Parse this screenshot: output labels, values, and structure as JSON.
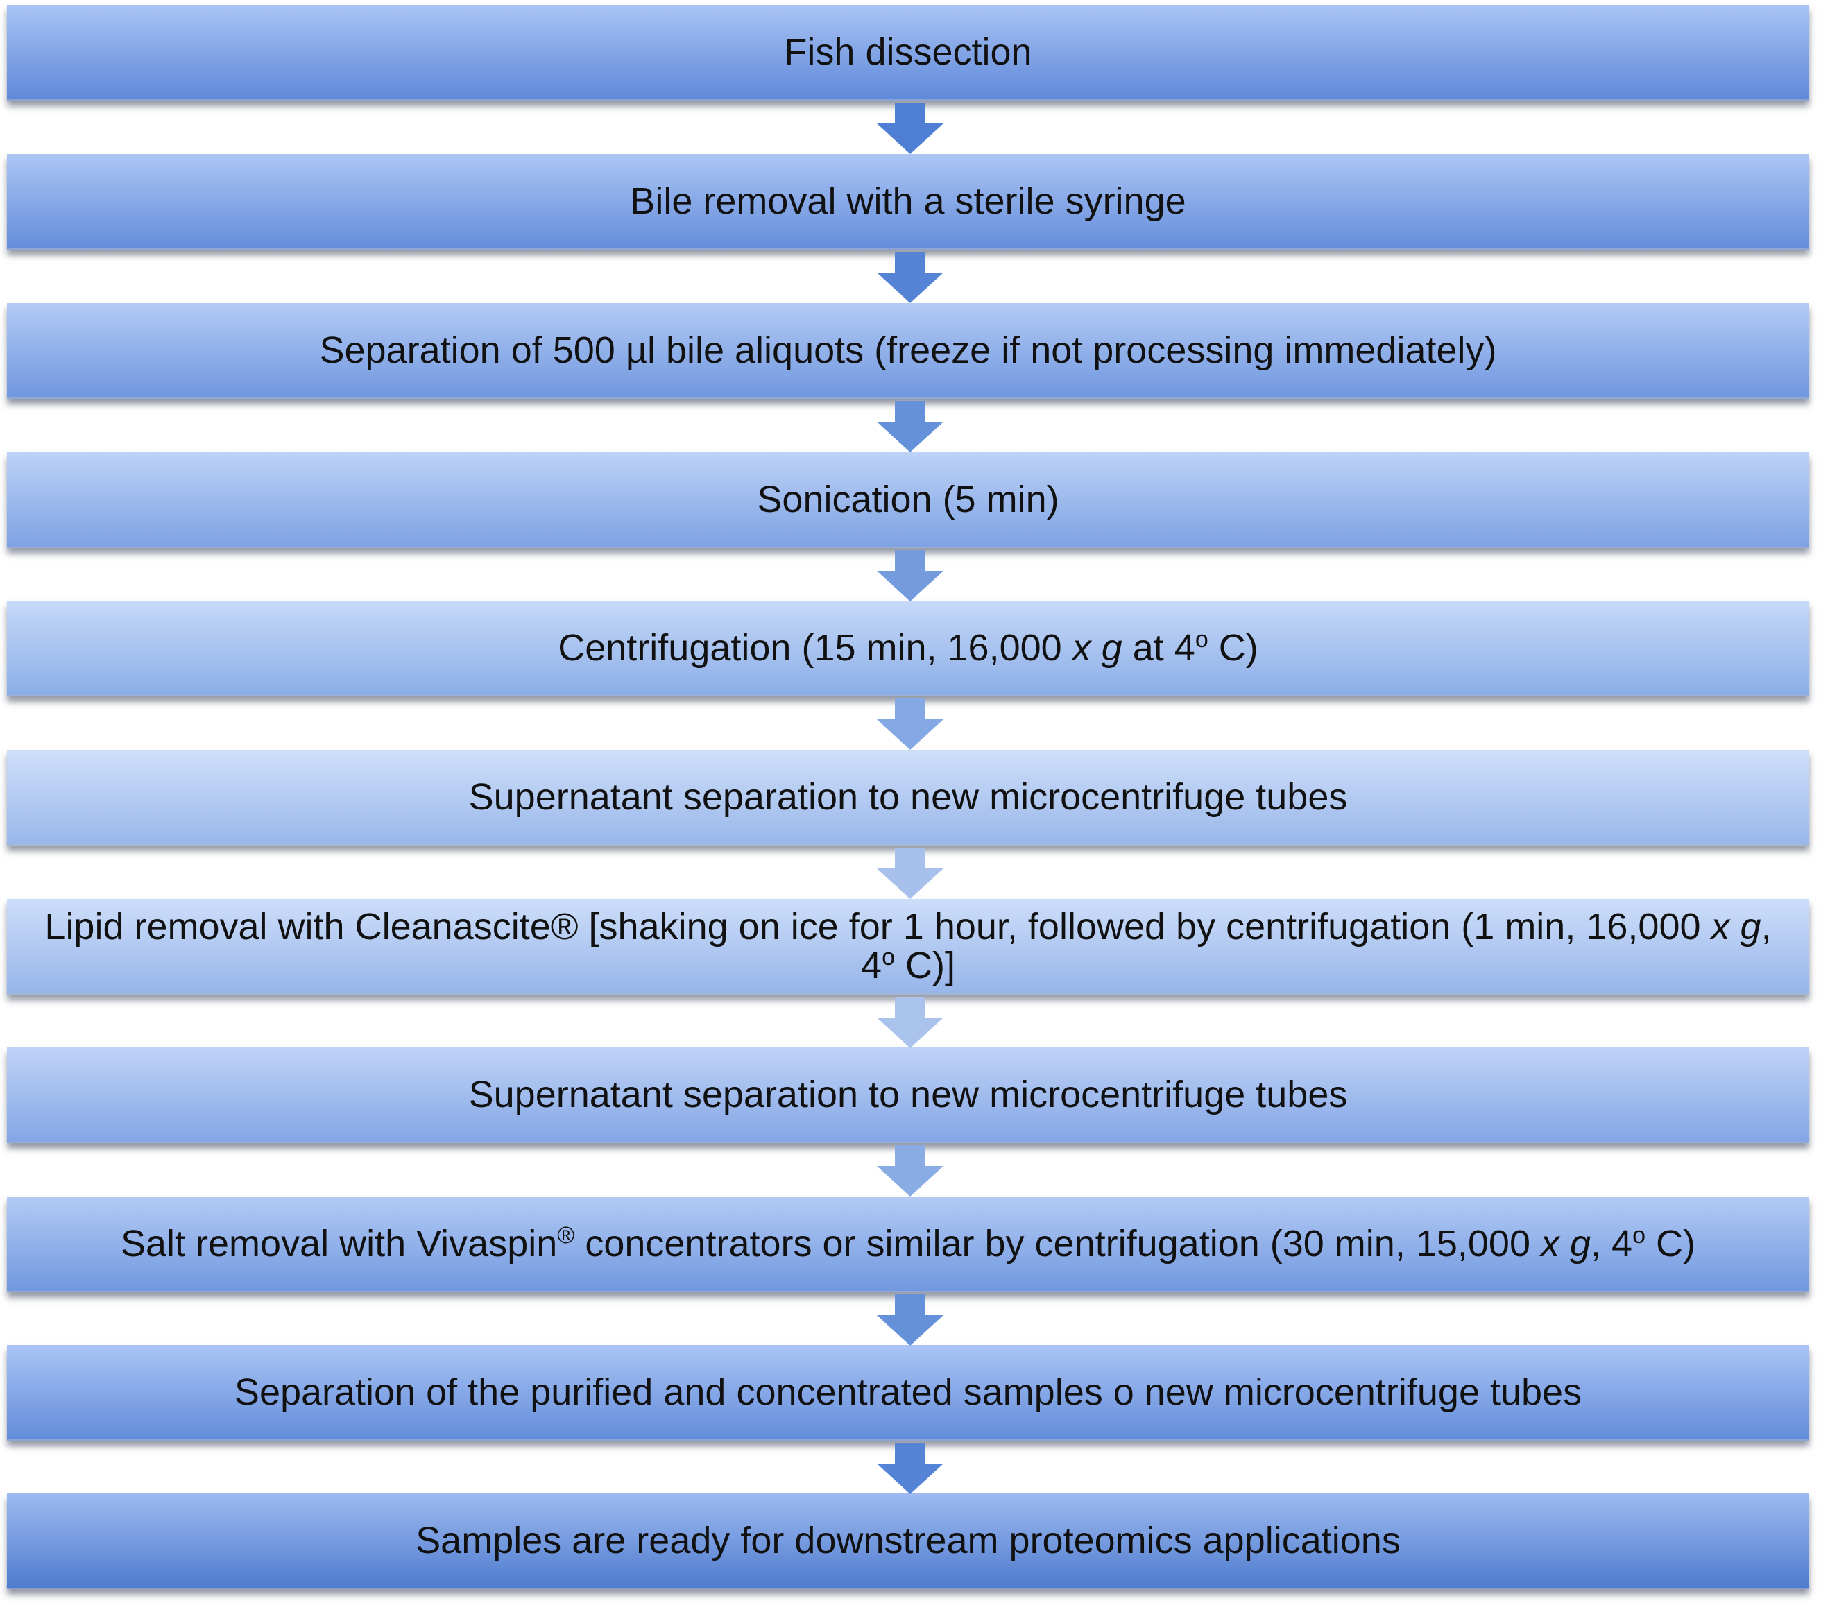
{
  "steps": [
    {
      "text": "Fish dissection",
      "top": "#a9c3f4",
      "bottom": "#5f89d9"
    },
    {
      "text": "Bile removal with a sterile syringe",
      "top": "#acc5f4",
      "bottom": "#648ddb"
    },
    {
      "text": "Separation of 500 µl bile aliquots (freeze if not processing immediately)",
      "top": "#b3cbf5",
      "bottom": "#7097df"
    },
    {
      "text": "Sonication (5 min)",
      "top": "#bdd2f7",
      "bottom": "#7ea2e3"
    },
    {
      "text": "Centrifugation (15 min, 16,000 x g at 4o C)",
      "top": "#c6d9f8",
      "bottom": "#8caee7"
    },
    {
      "text": "Supernatant separation to new microcentrifuge tubes",
      "top": "#cfdff9",
      "bottom": "#99b7ea"
    },
    {
      "text": "Lipid removal with Cleanascite® [shaking on ice for 1 hour, followed by centrifugation (1 min, 16,000 x g, 4o C)]",
      "top": "#cddef9",
      "bottom": "#97b5ea"
    },
    {
      "text": "Supernatant separation to new microcentrifuge tubes",
      "top": "#bfd3f7",
      "bottom": "#84a6e5"
    },
    {
      "text": "Salt removal with Vivaspin® concentrators or similar by centrifugation (30 min, 15,000 x g, 4o C)",
      "top": "#b3cbf5",
      "bottom": "#7198df"
    },
    {
      "text": "Separation of the purified and concentrated samples o new microcentrifuge tubes",
      "top": "#aac4f4",
      "bottom": "#628cda"
    },
    {
      "text": "Samples are ready for downstream proteomics applications",
      "top": "#9dbaf0",
      "bottom": "#4f7ccf"
    }
  ],
  "arrow_colors": [
    "#4f7fd4",
    "#5583d6",
    "#6590da",
    "#739bde",
    "#84a8e3",
    "#a7c1ec",
    "#aac3ed",
    "#8aace5",
    "#6590da",
    "#5583d6"
  ]
}
